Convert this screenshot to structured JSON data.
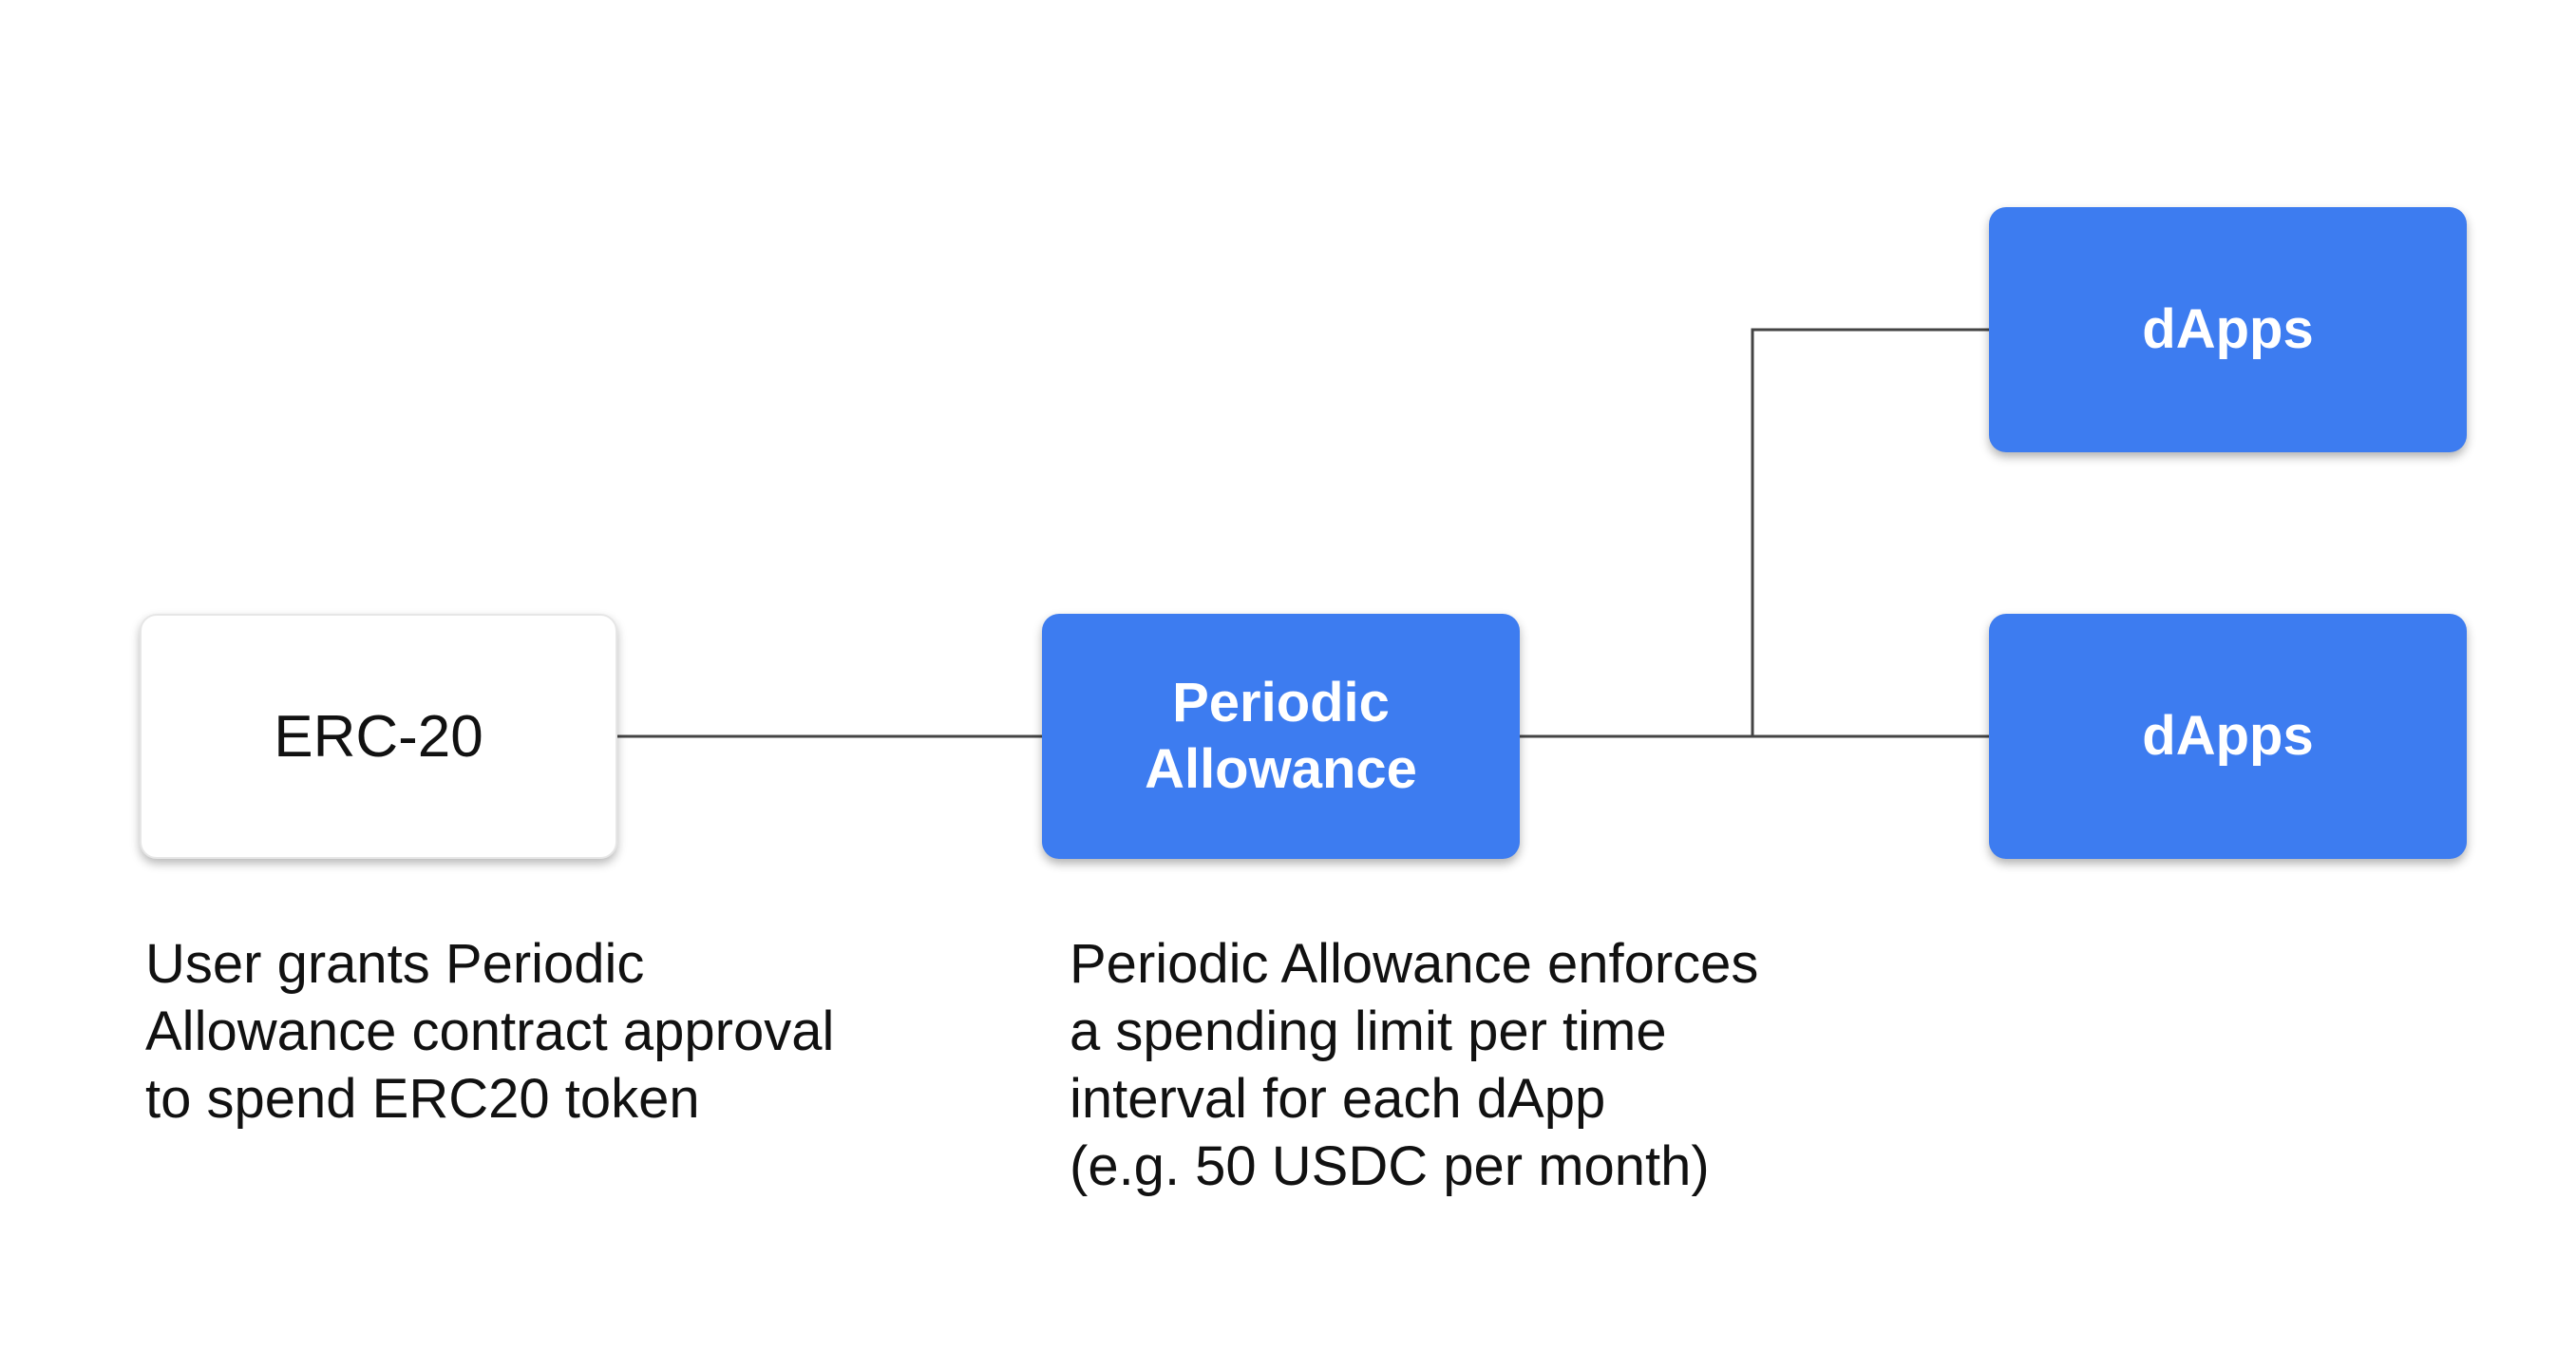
{
  "nodes": {
    "erc20": {
      "label": "ERC-20"
    },
    "periodic_allowance": {
      "label_lines": [
        "Periodic",
        "Allowance"
      ]
    },
    "dapps_top": {
      "label": "dApps"
    },
    "dapps_bottom": {
      "label": "dApps"
    }
  },
  "captions": {
    "left": [
      "User grants Periodic",
      "Allowance contract approval",
      "to spend ERC20 token"
    ],
    "middle": [
      "Periodic Allowance enforces",
      "a spending limit per time",
      "interval for each dApp",
      "(e.g. 50 USDC per month)"
    ]
  },
  "colors": {
    "node_blue": "#3d7cf0",
    "node_white": "#ffffff",
    "connector": "#444444",
    "text": "#111111"
  },
  "edges": [
    {
      "from": "erc20",
      "to": "periodic_allowance"
    },
    {
      "from": "periodic_allowance",
      "to": "dapps_top"
    },
    {
      "from": "periodic_allowance",
      "to": "dapps_bottom"
    }
  ]
}
